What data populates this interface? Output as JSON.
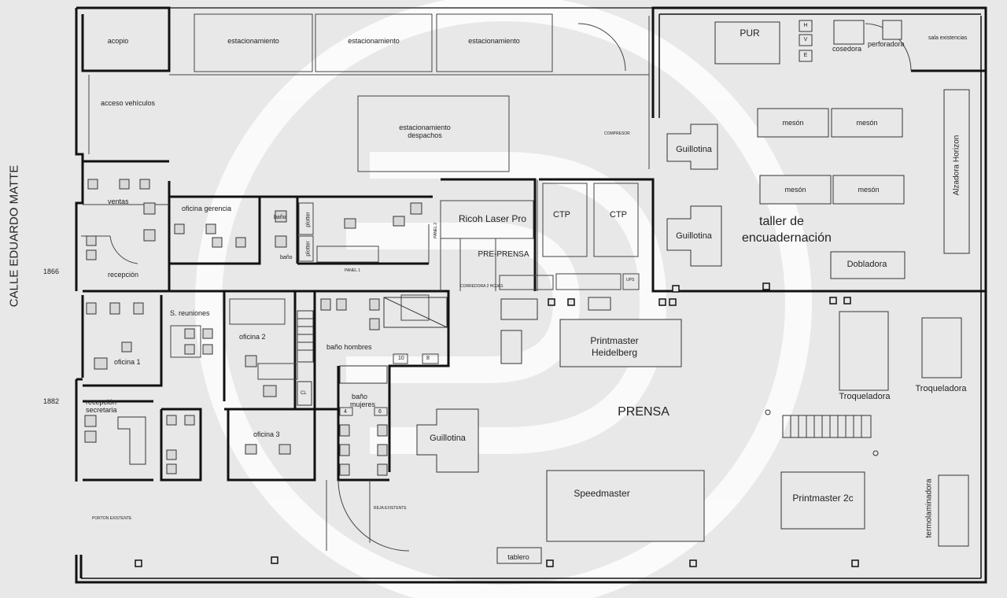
{
  "street": "CALLE EDUARDO MATTE",
  "street_numbers": [
    "1866",
    "1882"
  ],
  "areas": {
    "acopio": "acopio",
    "estacionamiento": "estacionamiento",
    "acceso_vehiculos": "acceso vehículos",
    "estacionamiento_despachos_1": "estacionamiento",
    "estacionamiento_despachos_2": "despachos",
    "ventas": "ventas",
    "recepcion": "recepción",
    "oficina_gerencia": "oficina gerencia",
    "bano": "baño",
    "plotter": "plotter",
    "panel_1": "PANEL 1",
    "panel_2": "PANEL 2",
    "pre_prensa": "PRE-PRENSA",
    "ricoh": "Ricoh Laser Pro",
    "ctp": "CTP",
    "ups": "UPS",
    "compresor": "COMPRESOR",
    "corredora": "CORREDORA 2 HOJAS",
    "s_reuniones": "S. reuniones",
    "oficina_1": "oficina 1",
    "oficina_2": "oficina 2",
    "oficina_3": "oficina 3",
    "bano_hombres": "baño hombres",
    "bano_mujeres_1": "baño",
    "bano_mujeres_2": "mujeres",
    "recepcion_secretaria_1": "recepción",
    "recepcion_secretaria_2": "secretaria",
    "cl": "CL",
    "portón": "PORTON EXISTENTE",
    "reja": "REJA EXISTENTE",
    "pur": "PUR",
    "h": "H",
    "v": "V",
    "e": "E",
    "cosedora": "cosedora",
    "perforadora": "perforadora",
    "sala_existencias": "sala existencias",
    "meson": "mesón",
    "guillotina": "Guillotina",
    "taller_1": "taller de",
    "taller_2": "encuadernación",
    "dobladora": "Dobladora",
    "alzadora": "Alzadora  Horizon",
    "printmaster_heidelberg_1": "Printmaster",
    "printmaster_heidelberg_2": "Heidelberg",
    "prensa": "PRENSA",
    "troqueladora": "Troqueladora",
    "speedmaster": "Speedmaster",
    "printmaster_2c": "Printmaster 2c",
    "termolaminadora": "termolaminadora",
    "tablero": "tablero",
    "box_10": "10",
    "box_8": "8",
    "box_4": "4",
    "box_6": "6"
  },
  "colors": {
    "background": "#e8e8e8",
    "wall": "#111111",
    "line": "#444444",
    "watermark": "#ffffff"
  }
}
